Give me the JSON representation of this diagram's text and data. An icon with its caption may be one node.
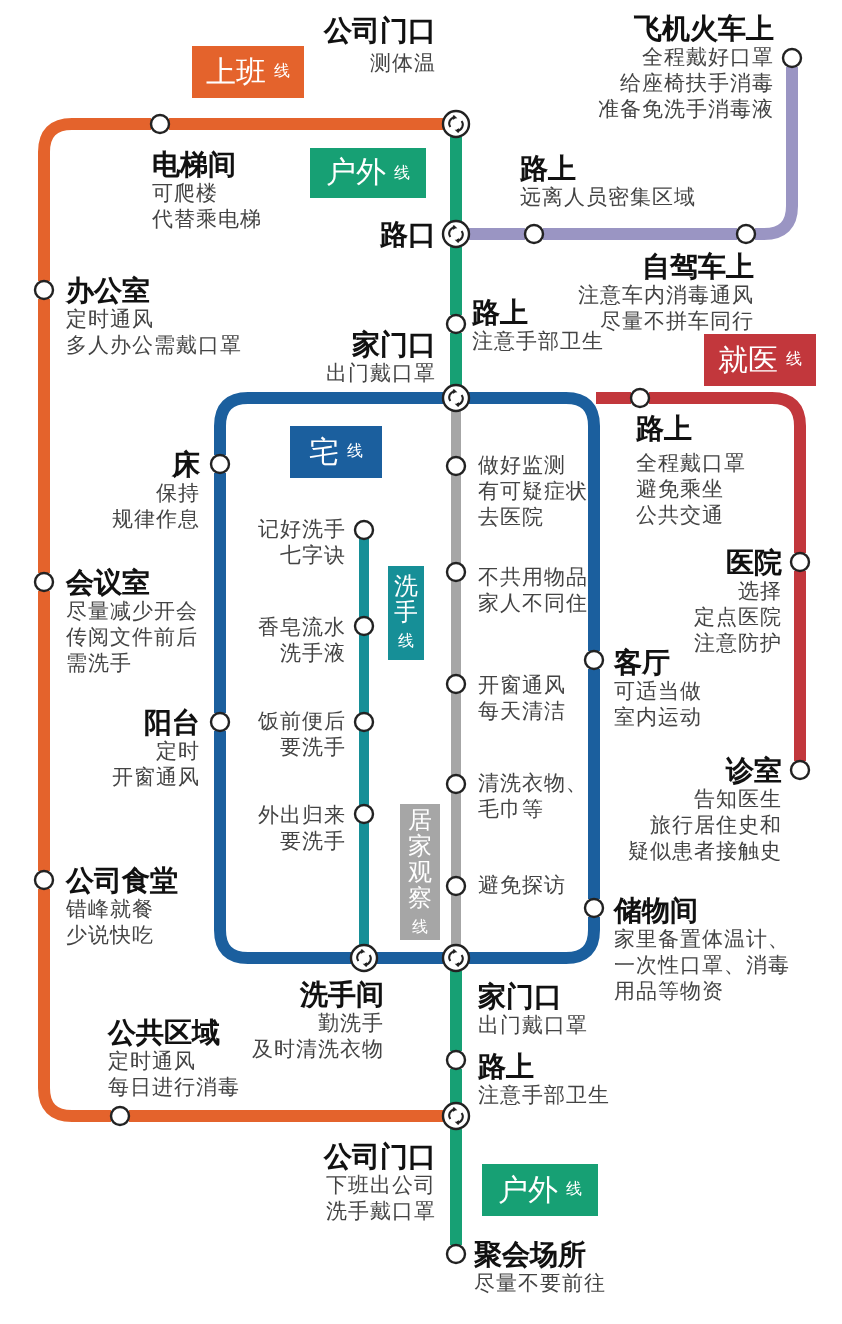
{
  "diagram": {
    "nodes": [
      {
        "text": [
          "上班",
          "线"
        ]
      },
      {
        "text": [
          "公司门口",
          "测体温"
        ]
      },
      {
        "text": [
          "飞机火车上",
          "全程戴好口罩给座椅扶手消毒准备免洗手消毒液"
        ]
      },
      {
        "text": [
          "电梯间",
          "可爬楼代替乘电梯"
        ]
      },
      {
        "text": [
          "户外",
          "线"
        ]
      },
      {
        "text": [
          "路上",
          "远离人员密集区域"
        ]
      },
      {
        "text": [
          "路口"
        ]
      },
      {
        "text": [
          "自驾车上",
          "注意车内消毒通风尽量不拼车同行"
        ]
      },
      {
        "text": [
          "办公室",
          "定时通风多人办公需戴口罩"
        ]
      },
      {
        "text": [
          "路上",
          "注意手部卫生"
        ]
      },
      {
        "text": [
          "家门口",
          "出门戴口罩"
        ]
      },
      {
        "text": [
          "就医",
          "线"
        ]
      },
      {
        "text": [
          "路上",
          "全程戴口罩避免乘坐公共交通"
        ]
      },
      {
        "text": [
          "宅",
          "线"
        ]
      },
      {
        "text": [
          "床",
          "保持规律作息"
        ]
      },
      {
        "text": [
          "做好监测有可疑症状去医院"
        ]
      },
      {
        "text": [
          "记好洗手七字诀"
        ]
      },
      {
        "text": [
          "医院",
          "选择定点医院注意防护"
        ]
      },
      {
        "text": [
          "不共用物品家人不同住"
        ]
      },
      {
        "text": [
          "会议室",
          "尽量减少开会传阅文件前后需洗手"
        ]
      },
      {
        "text": [
          "洗手",
          "线"
        ]
      },
      {
        "text": [
          "香皂流水洗手液"
        ]
      },
      {
        "text": [
          "客厅",
          "可适当做室内运动"
        ]
      },
      {
        "text": [
          "开窗通风每天清洁"
        ]
      },
      {
        "text": [
          "阳台",
          "定时开窗通风"
        ]
      },
      {
        "text": [
          "饭前便后要洗手"
        ]
      },
      {
        "text": [
          "诊室",
          "告知医生旅行居住史和疑似患者接触史"
        ]
      },
      {
        "text": [
          "清洗衣物、毛巾等"
        ]
      },
      {
        "text": [
          "居家观察",
          "线"
        ]
      },
      {
        "text": [
          "外出归来要洗手"
        ]
      },
      {
        "text": [
          "公司食堂",
          "错峰就餐少说快吃"
        ]
      },
      {
        "text": [
          "避免探访"
        ]
      },
      {
        "text": [
          "储物间",
          "家里备置体温计、一次性口罩、消毒用品等物资"
        ]
      },
      {
        "text": [
          "洗手间",
          "勤洗手及时清洗衣物"
        ]
      },
      {
        "text": [
          "家门口",
          "出门戴口罩"
        ]
      },
      {
        "text": [
          "公共区域",
          "定时通风每日进行消毒"
        ]
      },
      {
        "text": [
          "路上",
          "注意手部卫生"
        ]
      },
      {
        "text": [
          "公司门口",
          "下班出公司洗手戴口罩"
        ]
      },
      {
        "text": [
          "户外",
          "线"
        ]
      },
      {
        "text": [
          "聚会场所",
          "尽量不要前往"
        ]
      }
    ],
    "edges": [
      {
        "from": 1,
        "to": 3,
        "arrow": "none",
        "color": "#e4632c"
      },
      {
        "from": 3,
        "to": 8,
        "arrow": "none",
        "color": "#e4632c"
      },
      {
        "from": 8,
        "to": 19,
        "arrow": "none",
        "color": "#e4632c"
      },
      {
        "from": 19,
        "to": 30,
        "arrow": "none",
        "color": "#e4632c"
      },
      {
        "from": 30,
        "to": 35,
        "arrow": "none",
        "color": "#e4632c"
      },
      {
        "from": 35,
        "to": 37,
        "arrow": "none",
        "color": "#e4632c"
      },
      {
        "from": 1,
        "to": 6,
        "arrow": "none",
        "color": "#17a074"
      },
      {
        "from": 6,
        "to": 9,
        "arrow": "none",
        "color": "#17a074"
      },
      {
        "from": 9,
        "to": 10,
        "arrow": "none",
        "color": "#17a074"
      },
      {
        "from": 34,
        "to": 36,
        "arrow": "none",
        "color": "#17a074"
      },
      {
        "from": 36,
        "to": 37,
        "arrow": "none",
        "color": "#17a074"
      },
      {
        "from": 37,
        "to": 39,
        "arrow": "none",
        "color": "#17a074"
      },
      {
        "from": 6,
        "to": 5,
        "arrow": "none",
        "color": "#9a95c3"
      },
      {
        "from": 5,
        "to": 7,
        "arrow": "none",
        "color": "#9a95c3"
      },
      {
        "from": 7,
        "to": 2,
        "arrow": "none",
        "color": "#9a95c3"
      },
      {
        "from": null,
        "to": 12,
        "arrow": "none",
        "color": "#c2373c"
      },
      {
        "from": 12,
        "to": 17,
        "arrow": "none",
        "color": "#c2373c"
      },
      {
        "from": 17,
        "to": 26,
        "arrow": "none",
        "color": "#c2373c"
      },
      {
        "from": 10,
        "to": 22,
        "arrow": "none",
        "color": "#1b5f9e"
      },
      {
        "from": 22,
        "to": 32,
        "arrow": "none",
        "color": "#1b5f9e"
      },
      {
        "from": 32,
        "to": 34,
        "arrow": "none",
        "color": "#1b5f9e"
      },
      {
        "from": 34,
        "to": 33,
        "arrow": "none",
        "color": "#1b5f9e"
      },
      {
        "from": 33,
        "to": 24,
        "arrow": "none",
        "color": "#1b5f9e"
      },
      {
        "from": 24,
        "to": 14,
        "arrow": "none",
        "color": "#1b5f9e"
      },
      {
        "from": 14,
        "to": 10,
        "arrow": "none",
        "color": "#1b5f9e"
      },
      {
        "from": 16,
        "to": 21,
        "arrow": "none",
        "color": "#168f97"
      },
      {
        "from": 21,
        "to": 25,
        "arrow": "none",
        "color": "#168f97"
      },
      {
        "from": 25,
        "to": 29,
        "arrow": "none",
        "color": "#168f97"
      },
      {
        "from": 29,
        "to": 33,
        "arrow": "none",
        "color": "#168f97"
      },
      {
        "from": 10,
        "to": 15,
        "arrow": "none",
        "color": "#a6a6a6"
      },
      {
        "from": 15,
        "to": 18,
        "arrow": "none",
        "color": "#a6a6a6"
      },
      {
        "from": 18,
        "to": 23,
        "arrow": "none",
        "color": "#a6a6a6"
      },
      {
        "from": 23,
        "to": 27,
        "arrow": "none",
        "color": "#a6a6a6"
      },
      {
        "from": 27,
        "to": 31,
        "arrow": "none",
        "color": "#a6a6a6"
      },
      {
        "from": 31,
        "to": 34,
        "arrow": "none",
        "color": "#a6a6a6"
      }
    ]
  }
}
